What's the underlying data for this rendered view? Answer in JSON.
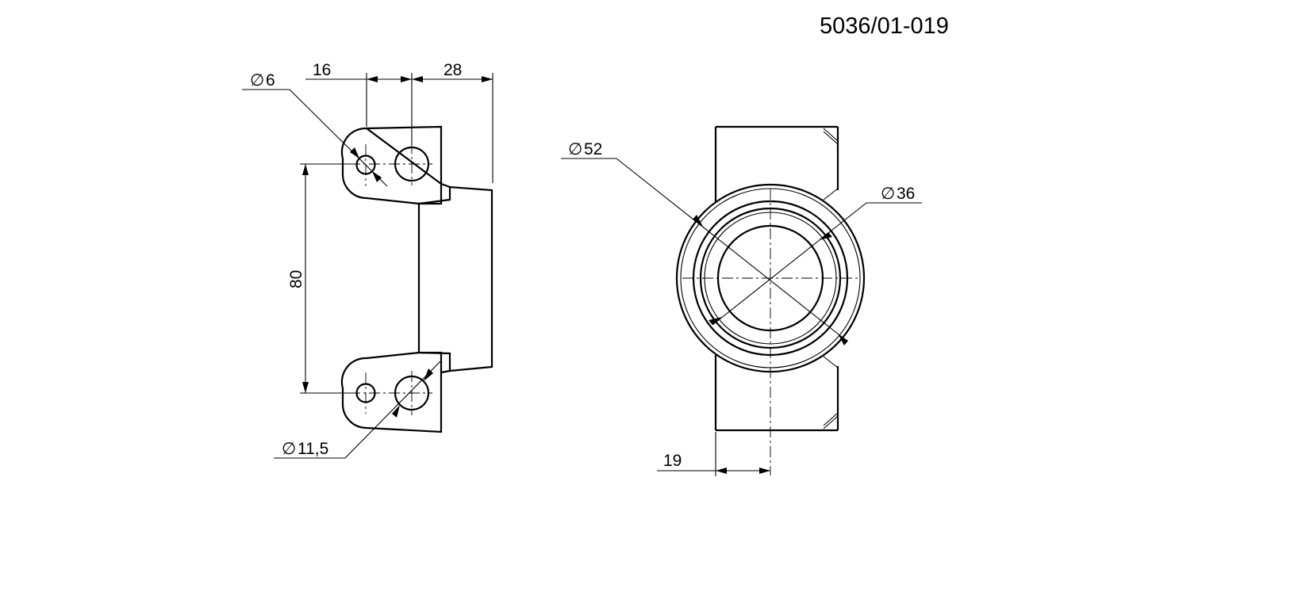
{
  "drawing_number": "5036/01-019",
  "symbols": {
    "diameter": "∅"
  },
  "dimensions": {
    "hole_small": "6",
    "pitch_holes": "16",
    "depth": "28",
    "hole_spacing": "80",
    "hole_large": "11,5",
    "outer_diameter": "52",
    "inner_diameter": "36",
    "offset": "19"
  }
}
